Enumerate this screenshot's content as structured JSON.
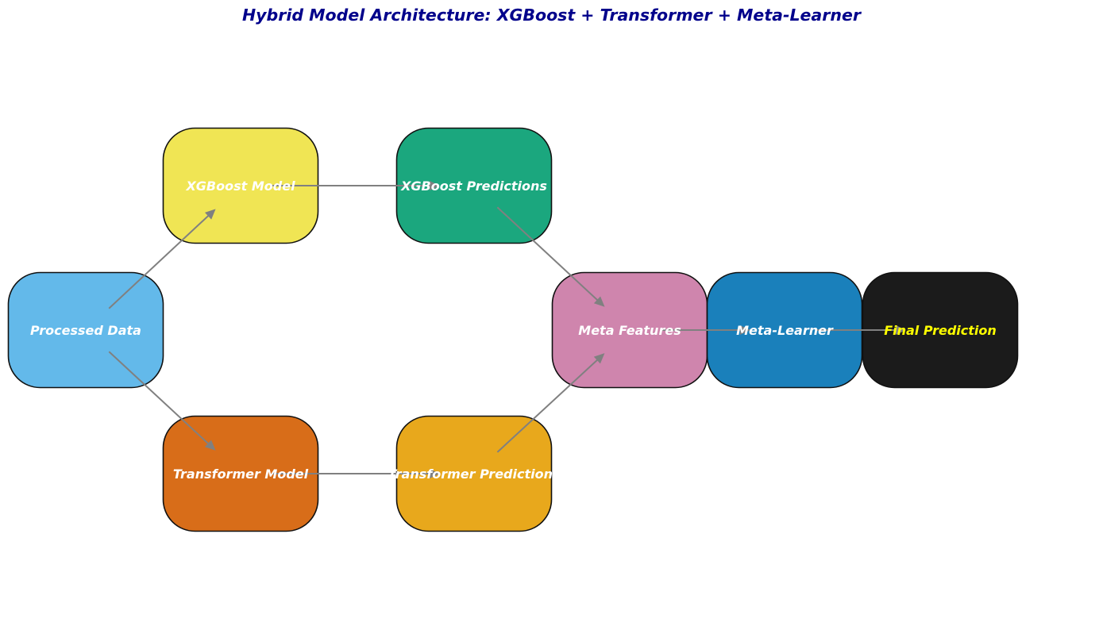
{
  "title": {
    "text": "Hybrid Model Architecture: XGBoost + Transformer + Meta-Learner",
    "color": "#00008b"
  },
  "edge_color": "#808080",
  "node_border_color": "#111111",
  "nodes": [
    {
      "id": "processed-data",
      "label": "Processed Data",
      "fill": "#63b9ea",
      "text_color": "#ffffff"
    },
    {
      "id": "xgboost-model",
      "label": "XGBoost Model",
      "fill": "#f0e554",
      "text_color": "#ffffff"
    },
    {
      "id": "transformer-model",
      "label": "Transformer Model",
      "fill": "#d86d19",
      "text_color": "#ffffff"
    },
    {
      "id": "xgboost-predictions",
      "label": "XGBoost Predictions",
      "fill": "#1ba77e",
      "text_color": "#ffffff"
    },
    {
      "id": "transformer-predictions",
      "label": "Transformer Predictions",
      "fill": "#e8a81c",
      "text_color": "#ffffff"
    },
    {
      "id": "meta-features",
      "label": "Meta Features",
      "fill": "#cf85ad",
      "text_color": "#ffffff"
    },
    {
      "id": "meta-learner",
      "label": "Meta-Learner",
      "fill": "#1a80bb",
      "text_color": "#ffffff"
    },
    {
      "id": "final-prediction",
      "label": "Final Prediction",
      "fill": "#1b1b1b",
      "text_color": "#ffff00"
    }
  ],
  "edges": [
    {
      "from": "processed-data",
      "to": "xgboost-model"
    },
    {
      "from": "processed-data",
      "to": "transformer-model"
    },
    {
      "from": "xgboost-model",
      "to": "xgboost-predictions"
    },
    {
      "from": "transformer-model",
      "to": "transformer-predictions"
    },
    {
      "from": "xgboost-predictions",
      "to": "meta-features"
    },
    {
      "from": "transformer-predictions",
      "to": "meta-features"
    },
    {
      "from": "meta-features",
      "to": "meta-learner"
    },
    {
      "from": "meta-learner",
      "to": "final-prediction"
    }
  ]
}
